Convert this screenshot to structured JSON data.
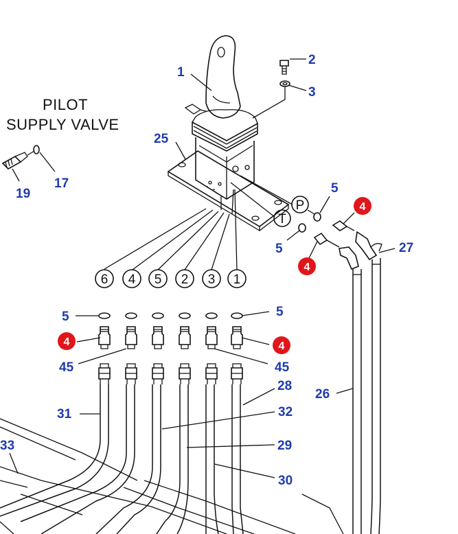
{
  "title": {
    "line1": "PILOT",
    "line2": "SUPPLY VALVE"
  },
  "callouts": {
    "c1": "1",
    "c2": "2",
    "c3": "3",
    "c25": "25",
    "c17": "17",
    "c19": "19",
    "c5_top": "5",
    "c4_top": "4",
    "c5_mid": "5",
    "c4_mid": "4",
    "c27": "27",
    "c5_left": "5",
    "c5_right": "5",
    "c4_left": "4",
    "c4_right": "4",
    "c45_left": "45",
    "c45_right": "45",
    "c28": "28",
    "c26": "26",
    "c31": "31",
    "c32": "32",
    "c29": "29",
    "c30": "30",
    "c33": "33"
  },
  "ports": {
    "P": "P",
    "T": "T",
    "p6": "6",
    "p4": "4",
    "p5": "5",
    "p2": "2",
    "p3": "3",
    "p1": "1"
  },
  "colors": {
    "callout_blue": "#1f3bb0",
    "badge_red": "#e0161b",
    "line": "#111111"
  }
}
